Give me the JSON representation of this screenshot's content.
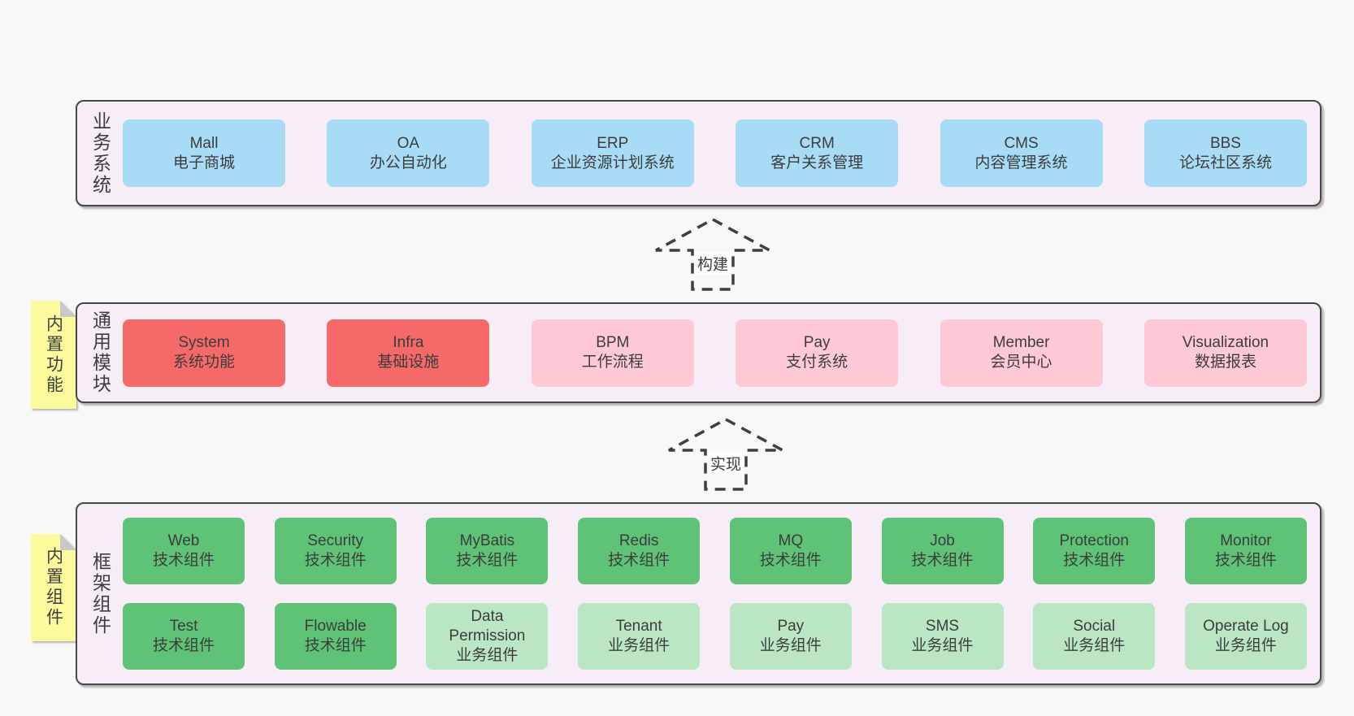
{
  "colors": {
    "page_bg": "#f8f8f8",
    "layer_bg": "#f7edf6",
    "layer_border": "#474747",
    "box_blue": "#a8dbf5",
    "box_red": "#f56969",
    "box_pink": "#fec9d4",
    "box_green": "#5ec377",
    "box_green_light": "#bae6c3",
    "sticky_yellow": "#fbfa9d",
    "sticky_fold_gray": "#c8c8c8",
    "text": "#3d3d3d"
  },
  "arrows": {
    "build": {
      "label": "构建"
    },
    "implement": {
      "label": "实现"
    }
  },
  "layers": {
    "business": {
      "side_label": "业务系统",
      "boxes": [
        {
          "title": "Mall",
          "subtitle": "电子商城",
          "variant": "blue"
        },
        {
          "title": "OA",
          "subtitle": "办公自动化",
          "variant": "blue"
        },
        {
          "title": "ERP",
          "subtitle": "企业资源计划系统",
          "variant": "blue"
        },
        {
          "title": "CRM",
          "subtitle": "客户关系管理",
          "variant": "blue"
        },
        {
          "title": "CMS",
          "subtitle": "内容管理系统",
          "variant": "blue"
        },
        {
          "title": "BBS",
          "subtitle": "论坛社区系统",
          "variant": "blue"
        }
      ]
    },
    "modules": {
      "side_label": "通用模块",
      "sticky_label": "内置功能",
      "boxes": [
        {
          "title": "System",
          "subtitle": "系统功能",
          "variant": "red"
        },
        {
          "title": "Infra",
          "subtitle": "基础设施",
          "variant": "red"
        },
        {
          "title": "BPM",
          "subtitle": "工作流程",
          "variant": "pink"
        },
        {
          "title": "Pay",
          "subtitle": "支付系统",
          "variant": "pink"
        },
        {
          "title": "Member",
          "subtitle": "会员中心",
          "variant": "pink"
        },
        {
          "title": "Visualization",
          "subtitle": "数据报表",
          "variant": "pink"
        }
      ]
    },
    "components": {
      "side_label": "框架组件",
      "sticky_label": "内置组件",
      "rows": [
        [
          {
            "title": "Web",
            "subtitle": "技术组件",
            "variant": "green"
          },
          {
            "title": "Security",
            "subtitle": "技术组件",
            "variant": "green"
          },
          {
            "title": "MyBatis",
            "subtitle": "技术组件",
            "variant": "green"
          },
          {
            "title": "Redis",
            "subtitle": "技术组件",
            "variant": "green"
          },
          {
            "title": "MQ",
            "subtitle": "技术组件",
            "variant": "green"
          },
          {
            "title": "Job",
            "subtitle": "技术组件",
            "variant": "green"
          },
          {
            "title": "Protection",
            "subtitle": "技术组件",
            "variant": "green"
          },
          {
            "title": "Monitor",
            "subtitle": "技术组件",
            "variant": "green"
          }
        ],
        [
          {
            "title": "Test",
            "subtitle": "技术组件",
            "variant": "green"
          },
          {
            "title": "Flowable",
            "subtitle": "技术组件",
            "variant": "green"
          },
          {
            "title": "Data Permission",
            "subtitle": "业务组件",
            "variant": "green-light"
          },
          {
            "title": "Tenant",
            "subtitle": "业务组件",
            "variant": "green-light"
          },
          {
            "title": "Pay",
            "subtitle": "业务组件",
            "variant": "green-light"
          },
          {
            "title": "SMS",
            "subtitle": "业务组件",
            "variant": "green-light"
          },
          {
            "title": "Social",
            "subtitle": "业务组件",
            "variant": "green-light"
          },
          {
            "title": "Operate Log",
            "subtitle": "业务组件",
            "variant": "green-light"
          }
        ]
      ]
    }
  }
}
